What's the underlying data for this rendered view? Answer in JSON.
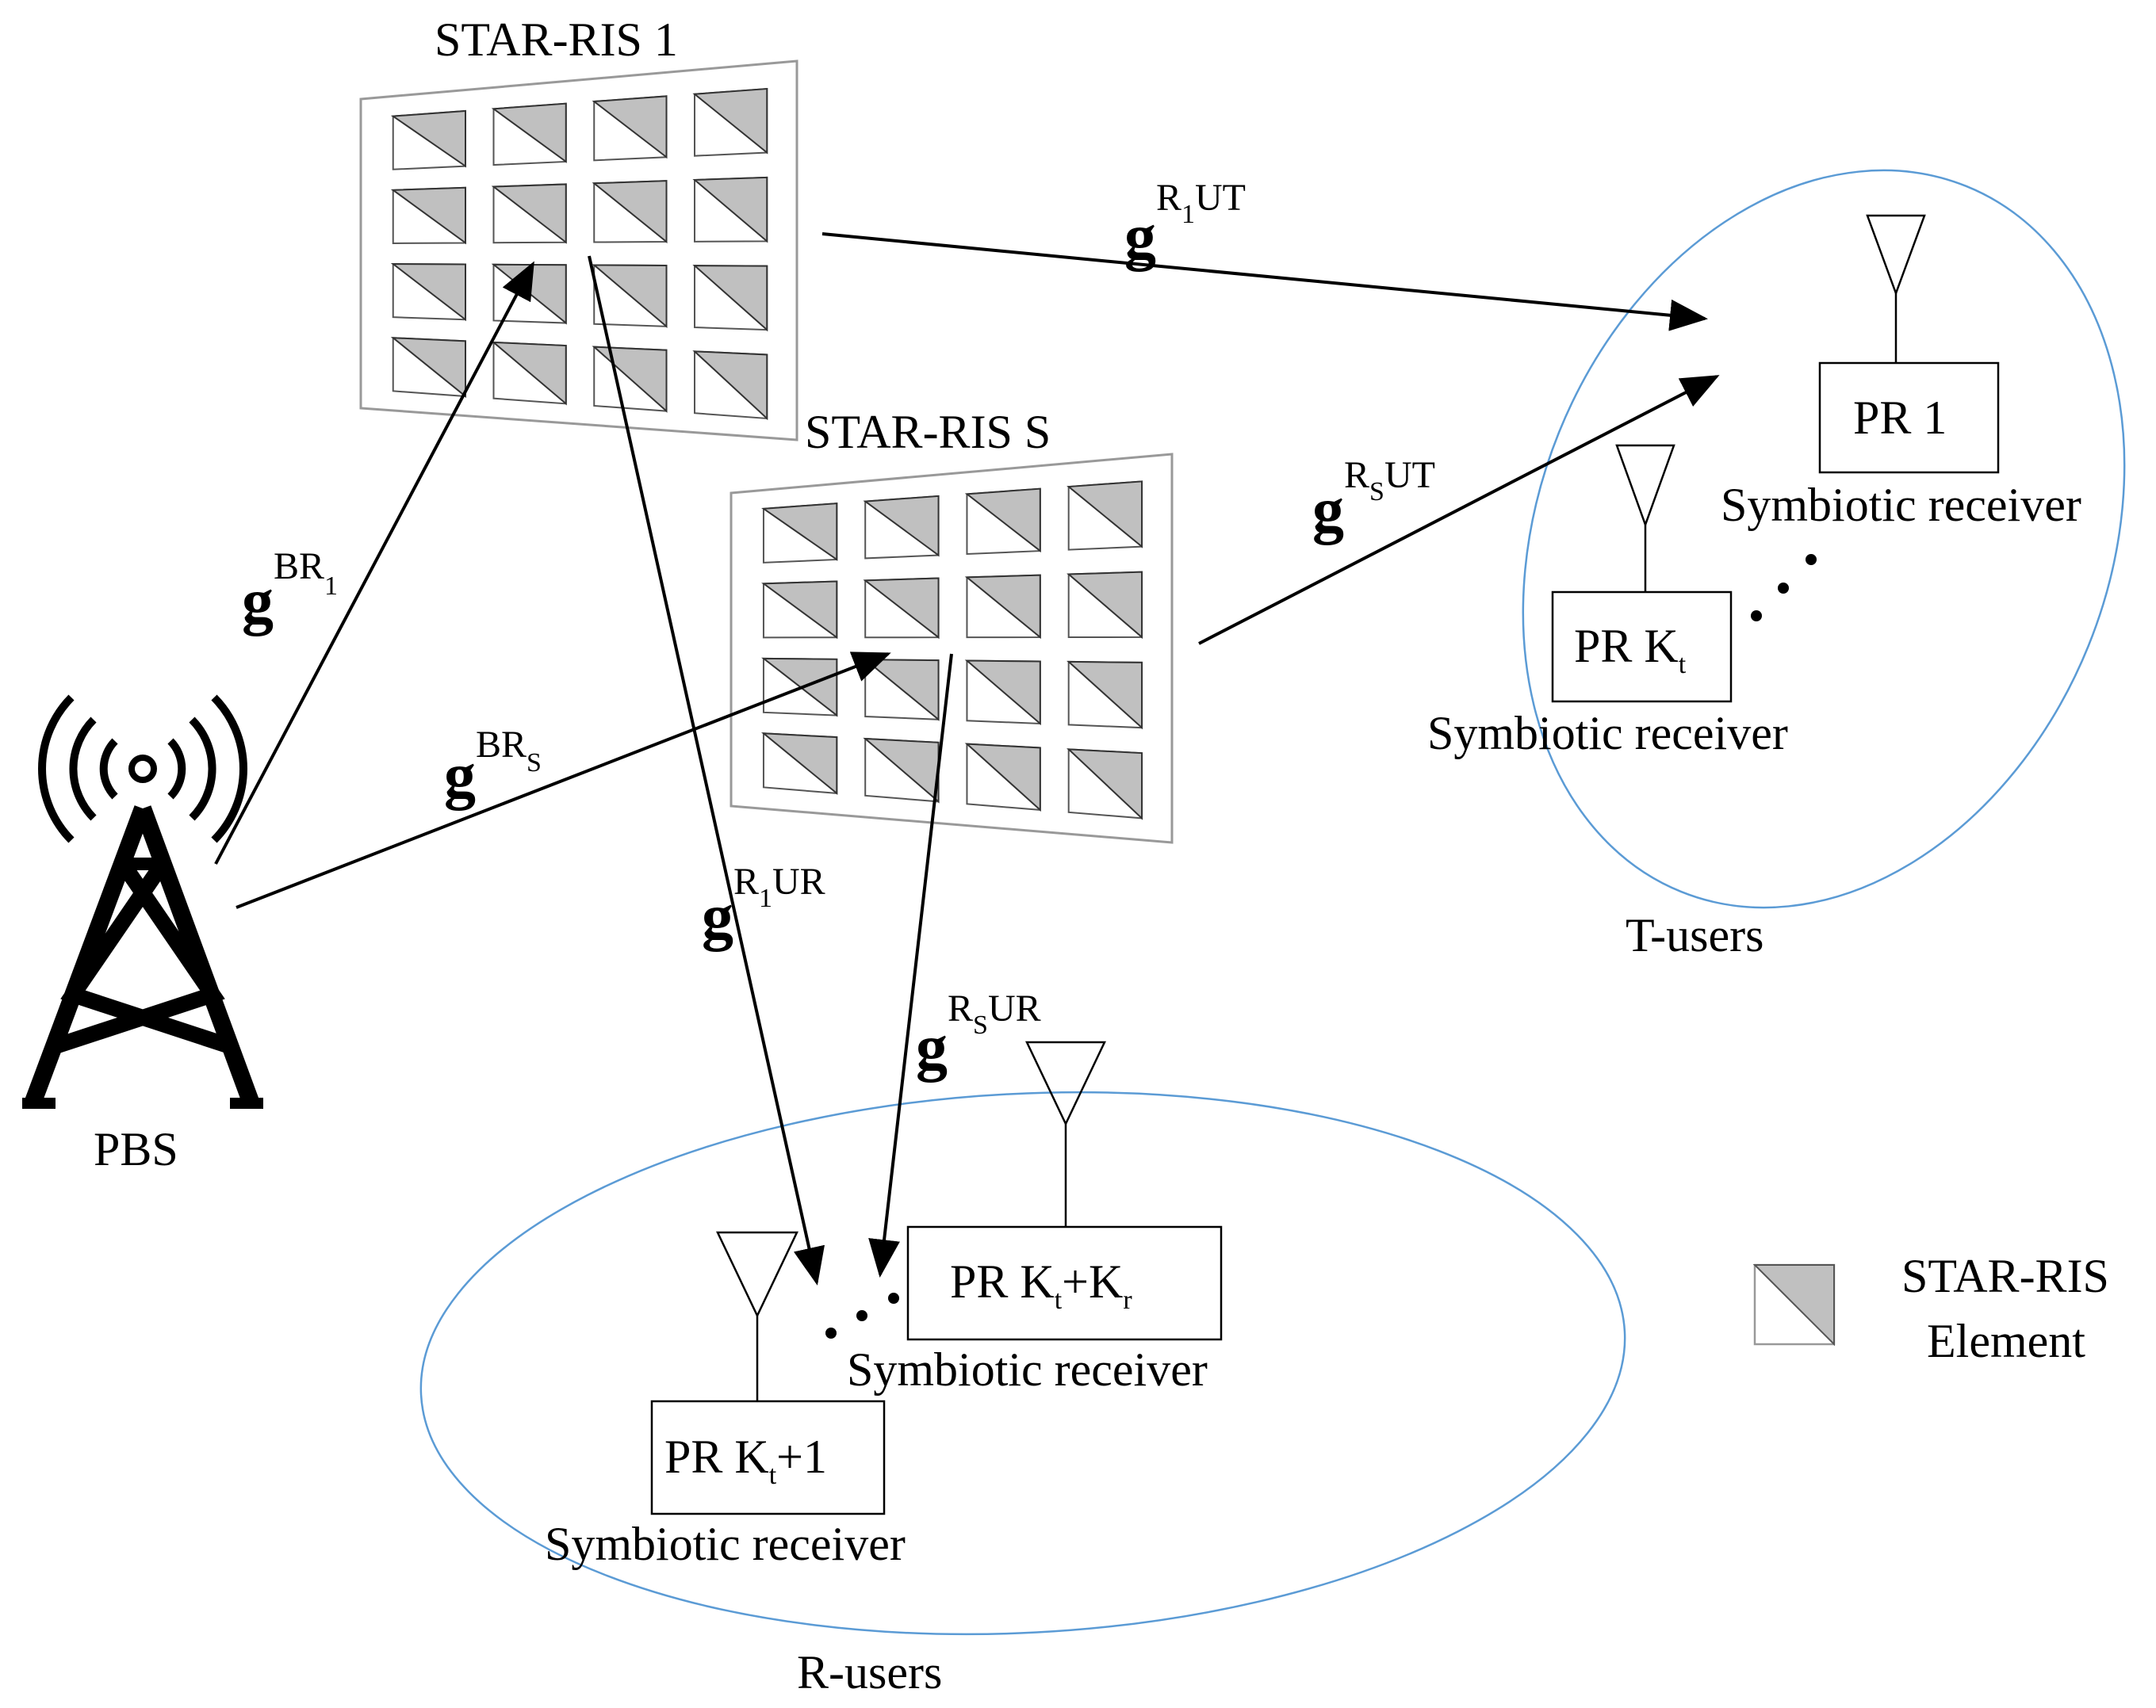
{
  "ris1": {
    "title": "STAR-RIS 1"
  },
  "risS": {
    "title": "STAR-RIS S"
  },
  "pbs": {
    "label": "PBS"
  },
  "channels": {
    "bR1": {
      "g": "g",
      "sup": "BR",
      "sub": "1"
    },
    "bRS": {
      "g": "g",
      "sup": "BR",
      "sub": "S"
    },
    "r1UT": {
      "g": "g",
      "supA": "R",
      "sub": "1",
      "supB": "UT"
    },
    "rSUT": {
      "g": "g",
      "supA": "R",
      "sub": "S",
      "supB": "UT"
    },
    "r1UR": {
      "g": "g",
      "supA": "R",
      "sub": "1",
      "supB": "UR"
    },
    "rSUR": {
      "g": "g",
      "supA": "R",
      "sub": "S",
      "supB": "UR"
    }
  },
  "tusers": {
    "group_label": "T-users",
    "pr1": {
      "label": "PR 1",
      "caption": "Symbiotic receiver"
    },
    "prKt": {
      "label": "PR K",
      "sub": "t",
      "caption": "Symbiotic receiver"
    }
  },
  "rusers": {
    "group_label": "R-users",
    "prKt1": {
      "label_a": "PR K",
      "sub": "t",
      "label_b": "+1",
      "caption": "Symbiotic receiver"
    },
    "prKtKr": {
      "label_a": "PR K",
      "sub_a": "t",
      "label_b": "+K",
      "sub_b": "r",
      "caption": "Symbiotic receiver"
    }
  },
  "legend": {
    "line1": "STAR-RIS",
    "line2": "Element"
  },
  "colors": {
    "ellipse": "#5b9bd5",
    "element_fill": "#c0c0c0",
    "stroke": "#000000"
  }
}
